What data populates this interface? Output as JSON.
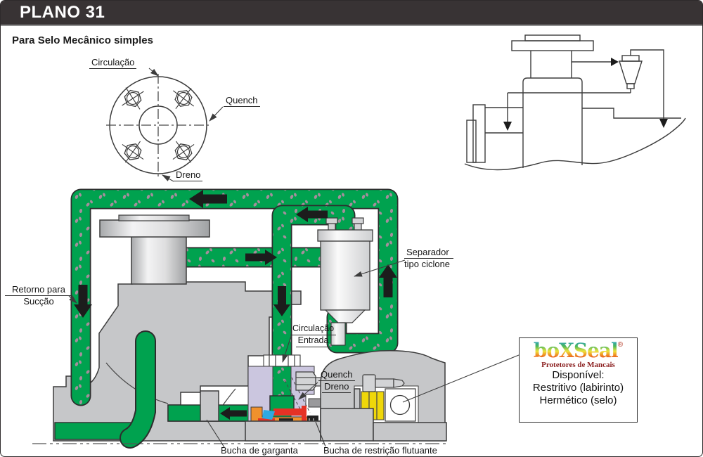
{
  "header": {
    "title": "PLANO 31"
  },
  "subtitle": "Para Selo Mecânico simples",
  "labels": {
    "circulacao": "Circulação",
    "quench": "Quench",
    "dreno": "Dreno",
    "retorno": {
      "line1": "Retorno para",
      "line2": "Sucção"
    },
    "separador": {
      "line1": "Separador",
      "line2": "tipo ciclone"
    },
    "entrada": {
      "line1": "Circulação",
      "line2": "Entrada"
    },
    "quench_dreno": {
      "line1": "Quench",
      "line2": "Dreno"
    },
    "bucha_garganta": "Bucha de garganta",
    "bucha_restricao": "Bucha de restrição flutuante"
  },
  "boxseal": {
    "logo": "boXSeal",
    "registered": "®",
    "tagline": "Protetores de Mancais",
    "line1": "Disponível:",
    "line2": "Restritivo (labirinto)",
    "line3": "Hermético (selo)"
  },
  "colors": {
    "header_bg": "#383334",
    "pipe_green": "#00A24F",
    "particle_mauve": "#B78CA4",
    "casing_gray": "#C6C7C9",
    "gland_lavender": "#CBC6DF",
    "seal_orange": "#F0912D",
    "seal_red": "#E53125",
    "seal_blue": "#2FA9E1",
    "bearing_yellow": "#EFD70A",
    "tagline_red": "#8B1F1F",
    "logo_c1": "#2BA0D0",
    "logo_c2": "#4CB85A",
    "logo_c3": "#EFE23C",
    "logo_c4": "#EF7D21",
    "logo_c5": "#D6281C"
  }
}
